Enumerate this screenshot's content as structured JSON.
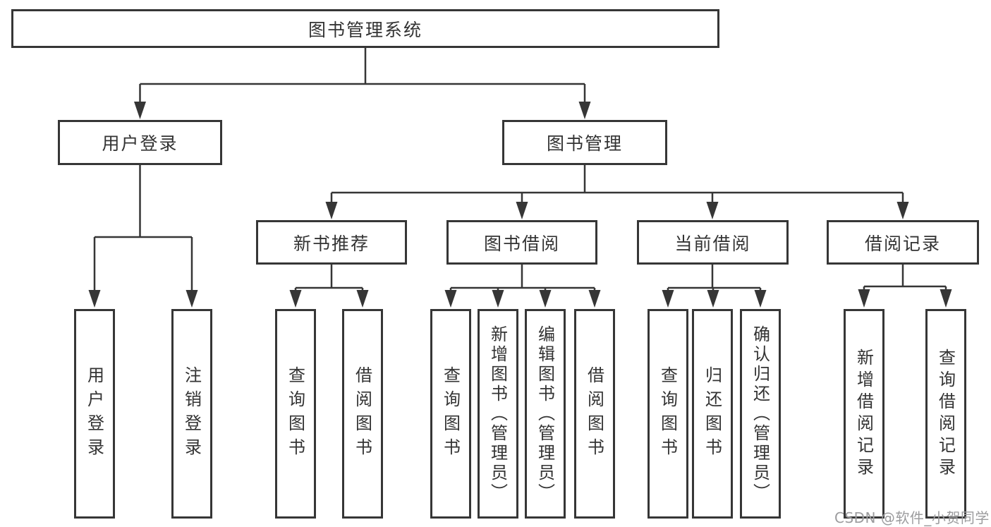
{
  "nodes": {
    "root": "图书管理系统",
    "level2": {
      "user_login": "用户登录",
      "book_mgmt": "图书管理"
    },
    "level3": {
      "new_book_rec": "新书推荐",
      "book_borrow": "图书借阅",
      "current_borrow": "当前借阅",
      "borrow_records": "借阅记录"
    },
    "leaves": {
      "g1": [
        "用户登录",
        "注销登录"
      ],
      "g2": [
        "查询图书",
        "借阅图书"
      ],
      "g3": [
        "查询图书",
        "新增图书（管理员）",
        "编辑图书（管理员）",
        "借阅图书"
      ],
      "g4": [
        "查询图书",
        "归还图书",
        "确认归还（管理员）"
      ],
      "g5": [
        "新增借阅记录",
        "查询借阅记录"
      ]
    }
  },
  "watermark": "CSDN @软件_小贺同学",
  "colors": {
    "line": "#363636",
    "text": "#333333",
    "box_background": "#ffffff",
    "watermark": "#9c9c9e",
    "background": "#ffffff"
  }
}
